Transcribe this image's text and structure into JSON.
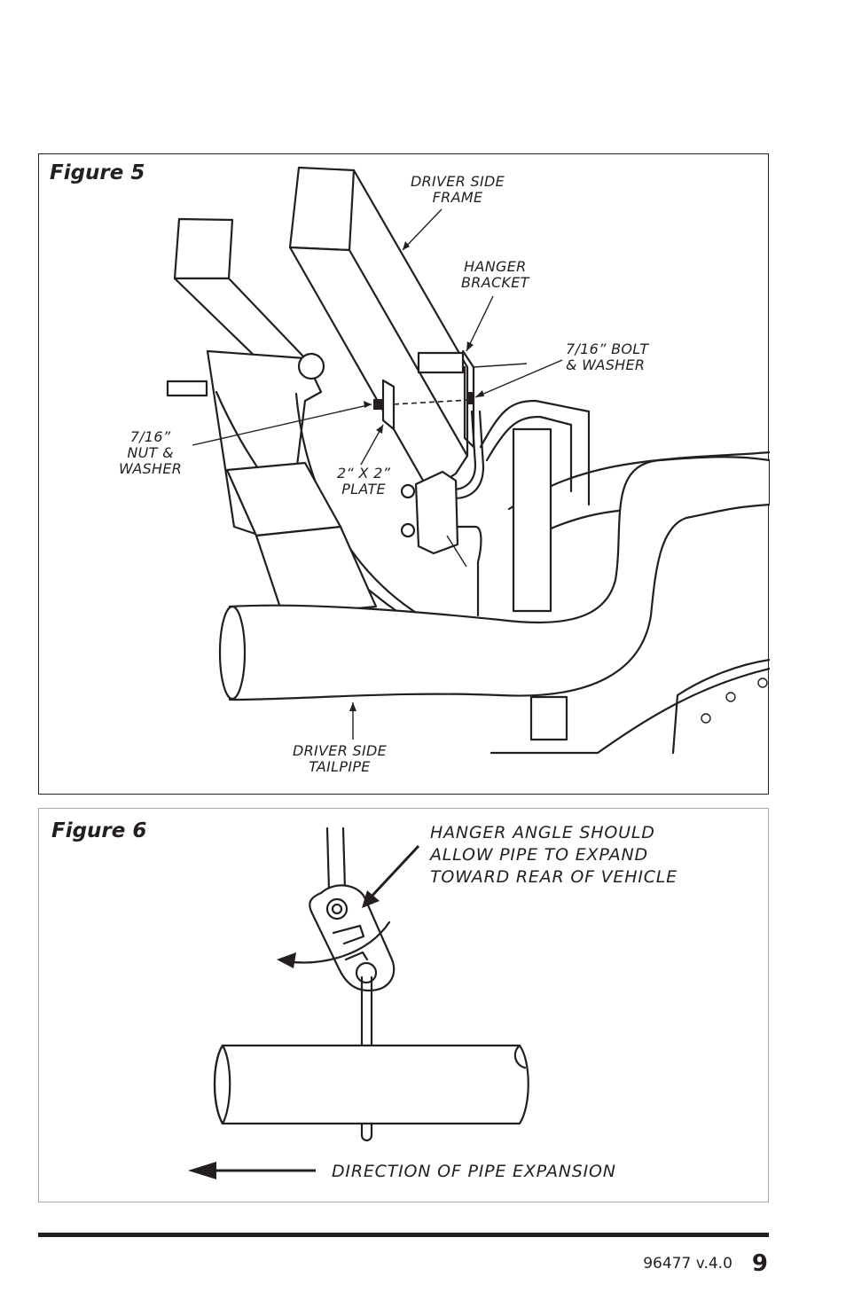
{
  "figure5": {
    "title": "Figure 5",
    "labels": {
      "frame_line1": "DRIVER SIDE",
      "frame_line2": "FRAME",
      "hanger_line1": "HANGER",
      "hanger_line2": "BRACKET",
      "bolt_line1": "7/16” BOLT",
      "bolt_line2": "& WASHER",
      "nut_line1": "7/16”",
      "nut_line2": "NUT &",
      "nut_line3": "WASHER",
      "plate_line1": "2“ X 2”",
      "plate_line2": "PLATE",
      "tailpipe_line1": "DRIVER SIDE",
      "tailpipe_line2": "TAILPIPE"
    }
  },
  "figure6": {
    "title": "Figure 6",
    "labels": {
      "angle_line1": "HANGER ANGLE SHOULD",
      "angle_line2": "ALLOW PIPE TO EXPAND",
      "angle_line3": "TOWARD REAR OF VEHICLE",
      "direction": "DIRECTION OF PIPE EXPANSION"
    }
  },
  "footer": {
    "version": "96477 v.4.0",
    "page_number": "9"
  }
}
